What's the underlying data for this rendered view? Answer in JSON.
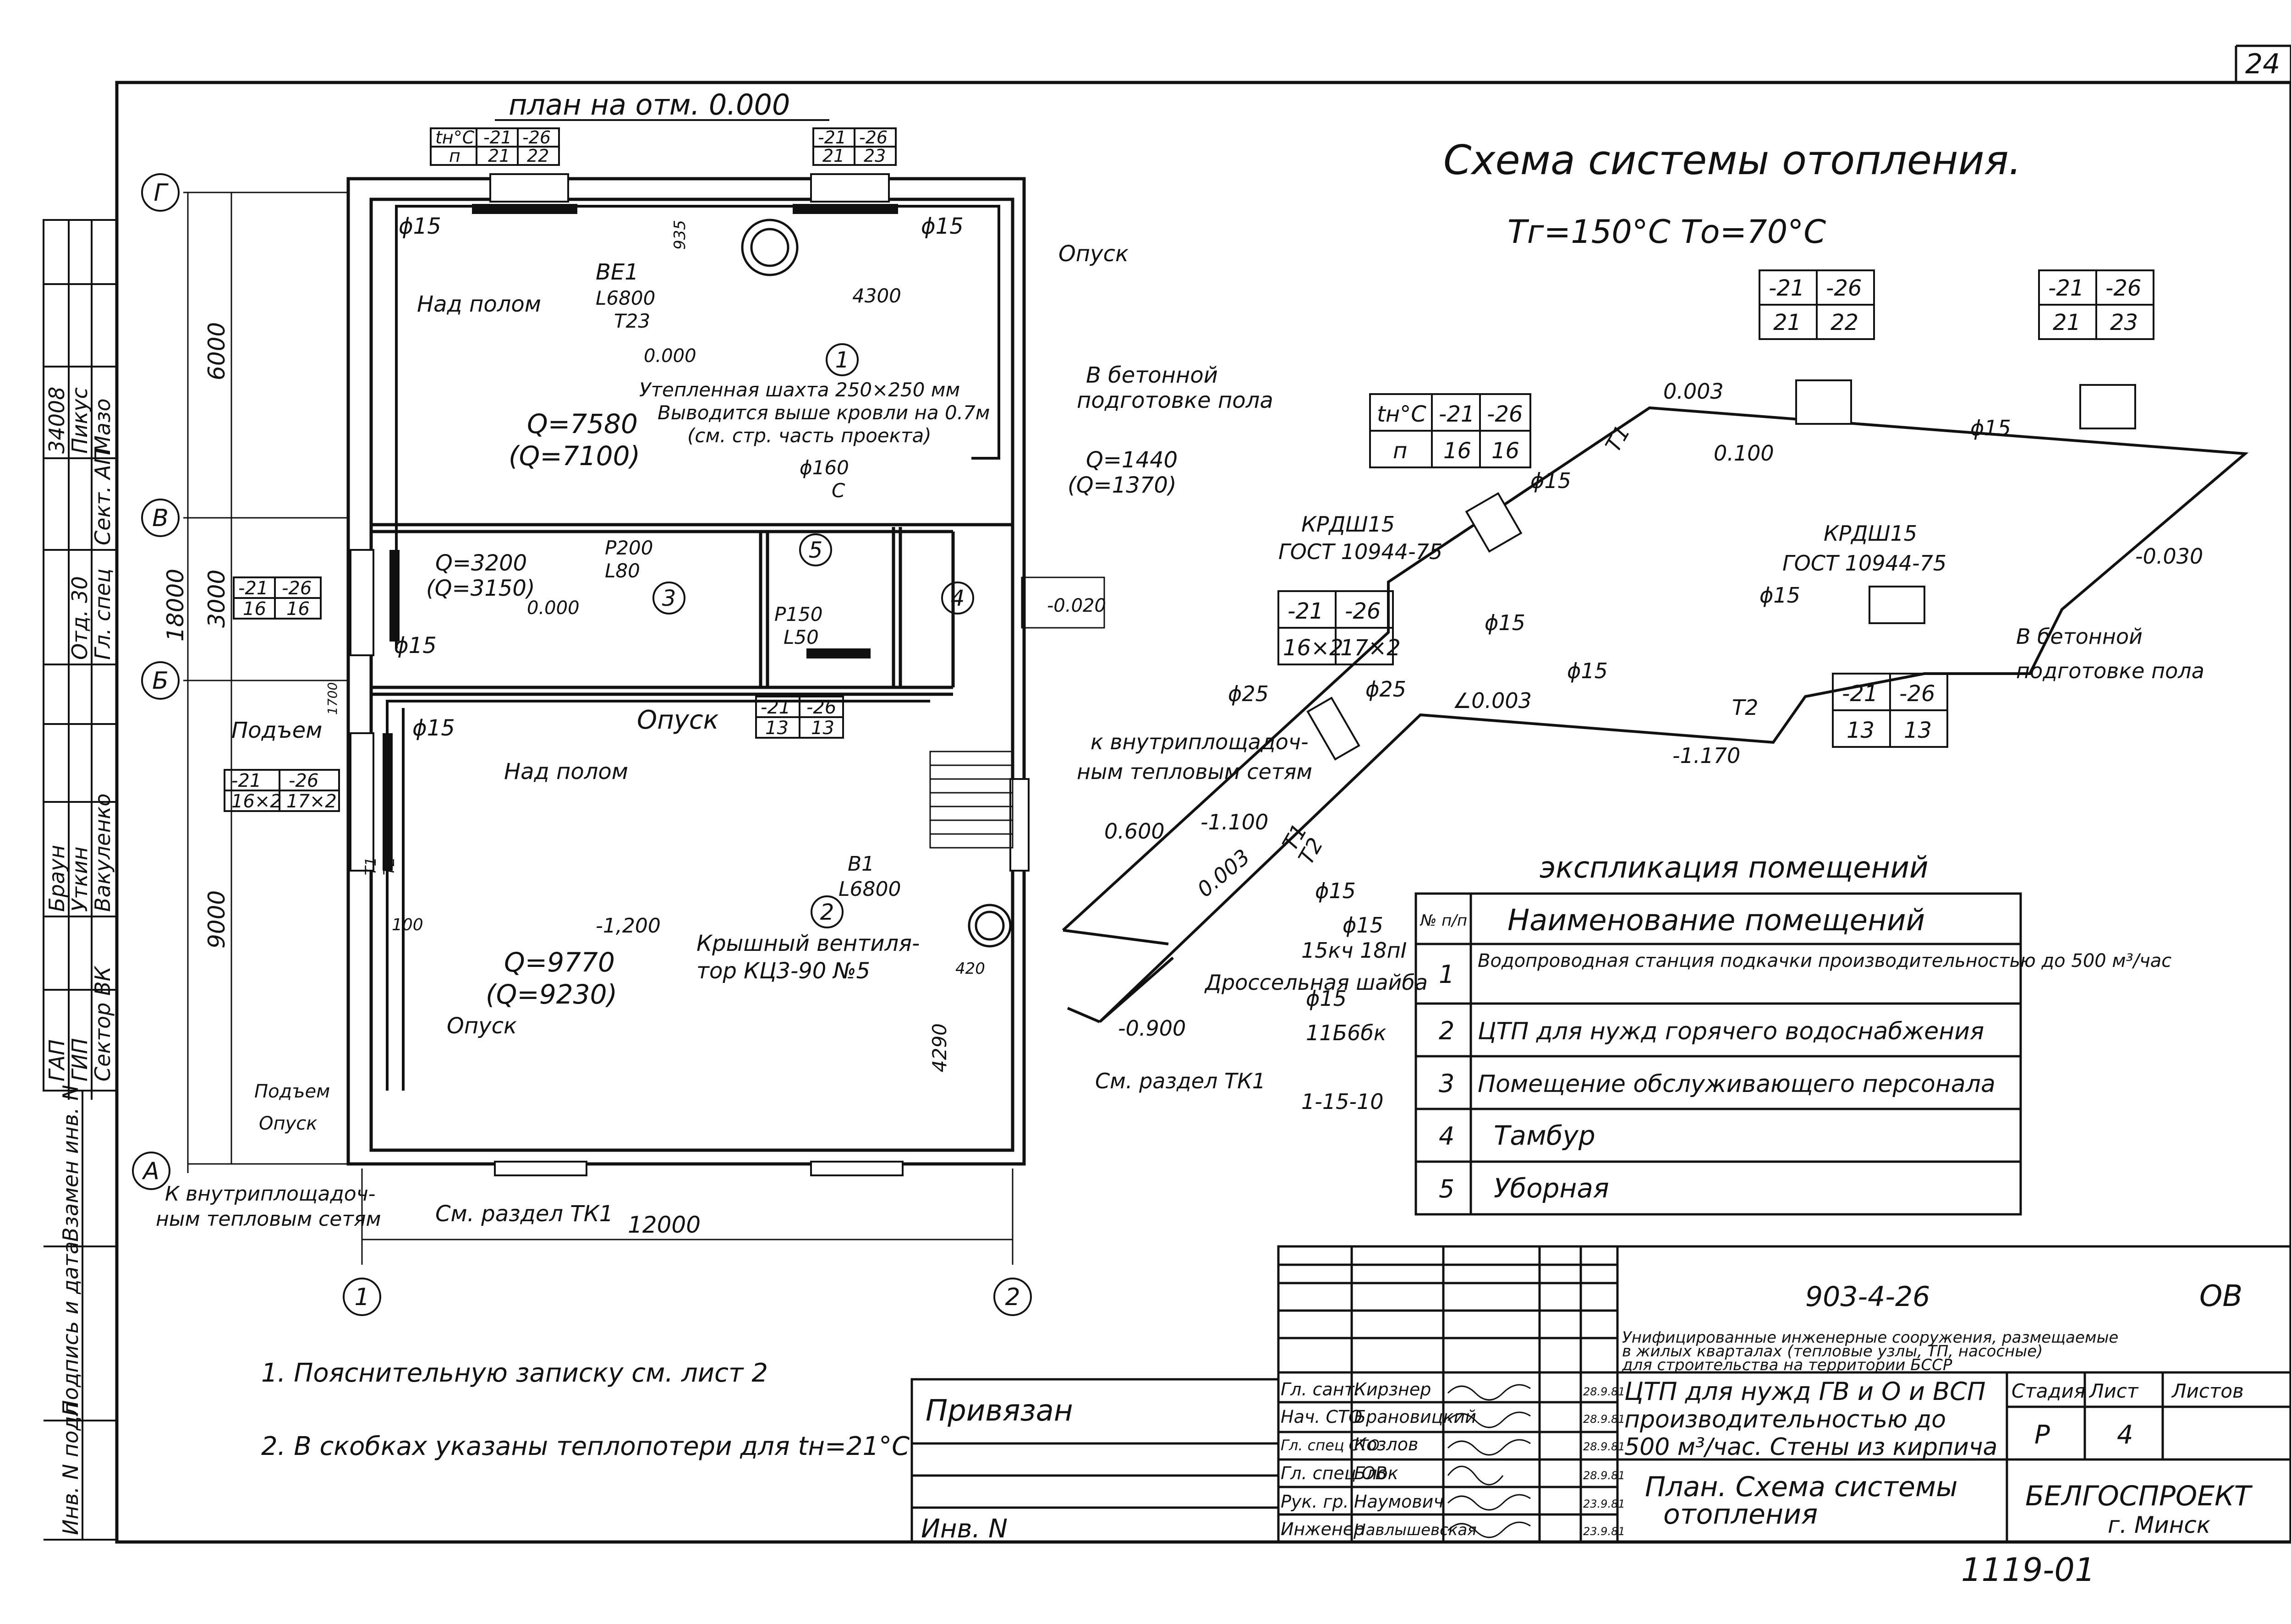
{
  "sheet_no": "24",
  "plan": {
    "title": "план на отм. 0.000",
    "axes": {
      "g": "Г",
      "v": "В",
      "b": "Б",
      "a": "А",
      "one": "1",
      "two": "2"
    },
    "temp_table_left": {
      "h1": "tн°C",
      "h2": "-21",
      "h3": "-26",
      "r1": "п",
      "r2": "21",
      "r3": "22"
    },
    "temp_table_right": {
      "h2": "-21",
      "h3": "-26",
      "r2": "21",
      "r3": "23"
    },
    "dims": {
      "d6000": "6000",
      "d3000": "3000",
      "d9000": "9000",
      "d18000": "18000",
      "d12000": "12000",
      "d4300": "4300",
      "d4290": "4290",
      "d935": "935",
      "d420": "420",
      "d100": "100",
      "d1700": "1700"
    },
    "labels": {
      "phi15_a": "ϕ15",
      "phi15_b": "ϕ15",
      "phi15_c": "ϕ15",
      "phi15_d": "ϕ15",
      "nad_polom_1": "Над полом",
      "nad_polom_2": "Над полом",
      "opusk_1": "Опуск",
      "opusk_2": "Опуск",
      "opusk_3": "Опуск",
      "opusk_4": "Опуск",
      "podem_1": "Подъем",
      "podem_2": "Подъем",
      "be1": "ВЕ1",
      "be1_l": "L6800",
      "be1_t": "Т23",
      "level_0000": "0.000",
      "level_0000_b": "0.000",
      "level_1200": "-1,200",
      "level_0020": "-0.020",
      "shaft_1": "Утепленная шахта 250×250 мм",
      "shaft_2": "Выводится выше кровли на 0.7м",
      "shaft_3": "(см. стр. часть проекта)",
      "phi160": "ϕ160",
      "c": "С",
      "beton_1": "В бетонной",
      "beton_2": "подготовке пола",
      "q1": "Q=7580",
      "q1b": "(Q=7100)",
      "q2": "Q=9770",
      "q2b": "(Q=9230)",
      "q3": "Q=3200",
      "q3b": "(Q=3150)",
      "q4": "Q=1440",
      "q4b": "(Q=1370)",
      "p200": "Р200",
      "l80": "L80",
      "p150": "Р150",
      "l50": "L50",
      "b1": "В1",
      "b1_l": "L6800",
      "fan_1": "Крышный вентиля-",
      "fan_2": "тор КЦ3-90 №5",
      "t1": "Т1",
      "t2": "Т2",
      "net_1": "К внутриплощадоч-",
      "net_2": "ным тепловым сетям",
      "tk1": "См. раздел ТК1"
    },
    "rooms": {
      "r1": "1",
      "r2": "2",
      "r3": "3",
      "r4": "4",
      "r5": "5"
    },
    "mini_tables": {
      "m1": {
        "a": "-21",
        "b": "-26",
        "c": "16",
        "d": "16"
      },
      "m2": {
        "a": "-21",
        "b": "-26",
        "c": "13",
        "d": "13"
      },
      "m3": {
        "a": "-21",
        "b": "-26",
        "c": "16×2",
        "d": "17×2"
      }
    }
  },
  "scheme": {
    "title": "Схема системы отопления.",
    "temps": "Тг=150°С     То=70°С",
    "tables": {
      "s1": {
        "a": "-21",
        "b": "-26",
        "c": "21",
        "d": "22"
      },
      "s2": {
        "a": "-21",
        "b": "-26",
        "c": "21",
        "d": "23"
      },
      "s3": {
        "a": "tн°C",
        "b": "-21",
        "c": "-26",
        "d": "п",
        "e": "16",
        "f": "16"
      },
      "s4": {
        "a": "-21",
        "b": "-26",
        "c": "16×2",
        "d": "17×2"
      },
      "s5": {
        "a": "-21",
        "b": "-26",
        "c": "13",
        "d": "13"
      }
    },
    "labels": {
      "l0003a": "0.003",
      "l0100": "0.100",
      "phi15_top": "ϕ15",
      "l0030": "-0.030",
      "kr1": "КРДШ15",
      "kr1g": "ГОСТ 10944-75",
      "kr2": "КРДШ15",
      "kr2g": "ГОСТ 10944-75",
      "phi15_1": "ϕ15",
      "phi15_2": "ϕ15",
      "phi15_3": "ϕ15",
      "phi15_4": "ϕ15",
      "phi15_5": "ϕ15",
      "phi15_6": "ϕ15",
      "phi15_7": "ϕ15",
      "beton_1": "В бетонной",
      "beton_2": "подготовке пола",
      "l0003b": "∠0.003",
      "l1170": "-1.170",
      "t2": "Т2",
      "t1": "Т1",
      "t1b": "Т1",
      "t2b": "Т2",
      "phi25_1": "ϕ25",
      "phi25_2": "ϕ25",
      "net_1": "к внутриплощадоч-",
      "net_2": "ным тепловым сетям",
      "l0600": "0.600",
      "l1100": "-1.100",
      "l0003c": "0.003",
      "v15kch": "15кч 18пI",
      "shaiba": "Дроссельная шайба",
      "v11b6bk": "11Б6бк",
      "v1_15_10": "1-15-10",
      "l0900": "-0.900",
      "tk1": "См. раздел ТК1"
    }
  },
  "explication": {
    "title": "экспликация помещений",
    "col_no": "№ п/п",
    "col_name": "Наименование помещений",
    "rows": [
      {
        "no": "1",
        "name": "Водопроводная станция подкачки производительностью до 500 м³/час"
      },
      {
        "no": "2",
        "name": "ЦТП для нужд горячего водоснабжения"
      },
      {
        "no": "3",
        "name": "Помещение обслуживающего персонала"
      },
      {
        "no": "4",
        "name": "Тамбур"
      },
      {
        "no": "5",
        "name": "Уборная"
      }
    ]
  },
  "notes": {
    "n1": "1. Пояснительную записку см. лист 2",
    "n2": "2. В скобках указаны теплопотери для tн=21°С"
  },
  "side_stamp": {
    "gap": "ГАП",
    "gip": "ГИП",
    "sector_vk": "Сектор ВК",
    "braun": "Браун",
    "utkin": "Уткин",
    "vakulova": "Вакуленко",
    "gl_spec": "Гл. спец",
    "otd30": "Отд. 30",
    "sekt_ap": "Сект. АП",
    "n34": "34008",
    "pikus": "Пикус",
    "mazo": "Мазо",
    "inv": "Инв. N подл",
    "podpis": "Подпись и дата",
    "vzam": "Взамен инв. N"
  },
  "title_block": {
    "privyazan": "Привязан",
    "inv": "Инв. N",
    "code": "903-4-26",
    "ov": "ОВ",
    "desc_1": "Унифицированные инженерные сооружения, размещаемые",
    "desc_2": "в жилых кварталах (тепловые узлы, ТП, насосные)",
    "desc_3": "для строительства на территории БССР",
    "title_1": "ЦТП для нужд ГВ и О и ВСП",
    "title_2": "производительностью до",
    "title_3": "500 м³/час. Стены из кирпича",
    "stage_h": "Стадия",
    "list_h": "Лист",
    "lists_h": "Листов",
    "stage": "Р",
    "list": "4",
    "plan_1": "План. Схема системы",
    "plan_2": "отопления",
    "org_1": "БЕЛГОСПРОЕКТ",
    "org_2": "г. Минск",
    "bottom_no": "1119-01",
    "staff": [
      {
        "role": "Гл. сант.",
        "name": "Кирзнер",
        "date": "28.9.81"
      },
      {
        "role": "Нач. СТО",
        "name": "Брановицкий",
        "date": "28.9.81"
      },
      {
        "role": "Гл. спец СТО",
        "name": "Козлов",
        "date": "28.9.81"
      },
      {
        "role": "Гл. спец ОВ",
        "name": "Блок",
        "date": "28.9.81"
      },
      {
        "role": "Рук. гр.",
        "name": "Наумович",
        "date": "23.9.81"
      },
      {
        "role": "Инженер",
        "name": "Навлышевская",
        "date": "23.9.81"
      }
    ]
  }
}
